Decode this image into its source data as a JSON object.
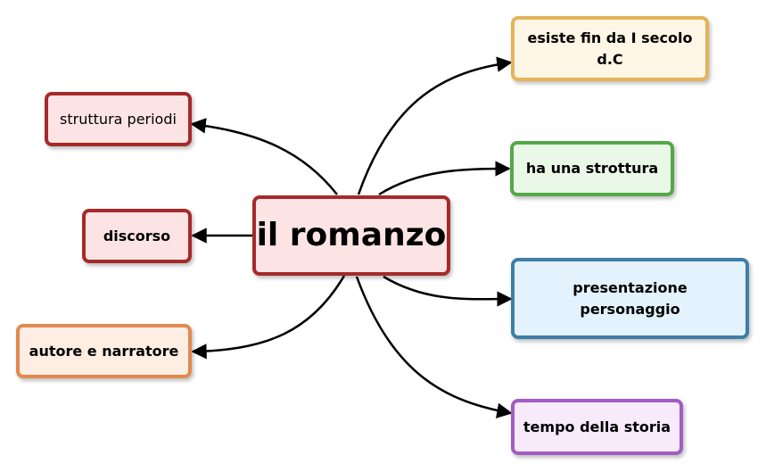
{
  "colors": {
    "red_border": "#A52A2A",
    "red_fill": "#FDE4E4",
    "orange_border": "#E08A50",
    "orange_fill": "#FDEDE3",
    "yellow_border": "#E5B35A",
    "yellow_fill": "#FFF6E5",
    "green_border": "#55A848",
    "green_fill": "#EAF8E8",
    "blue_border": "#3E7EA8",
    "blue_fill": "#E3F2FD",
    "purple_border": "#A35CC4",
    "purple_fill": "#F6EAFB",
    "connector": "#000000"
  },
  "center": {
    "label": "il romanzo"
  },
  "left_nodes": [
    {
      "label": "struttura periodi"
    },
    {
      "label": "discorso"
    },
    {
      "label": "autore e narratore"
    }
  ],
  "right_nodes": [
    {
      "label": "esiste fin da I secolo d.C"
    },
    {
      "label": "ha una strottura"
    },
    {
      "label": "presentazione personaggio"
    },
    {
      "label": "tempo della storia"
    }
  ]
}
